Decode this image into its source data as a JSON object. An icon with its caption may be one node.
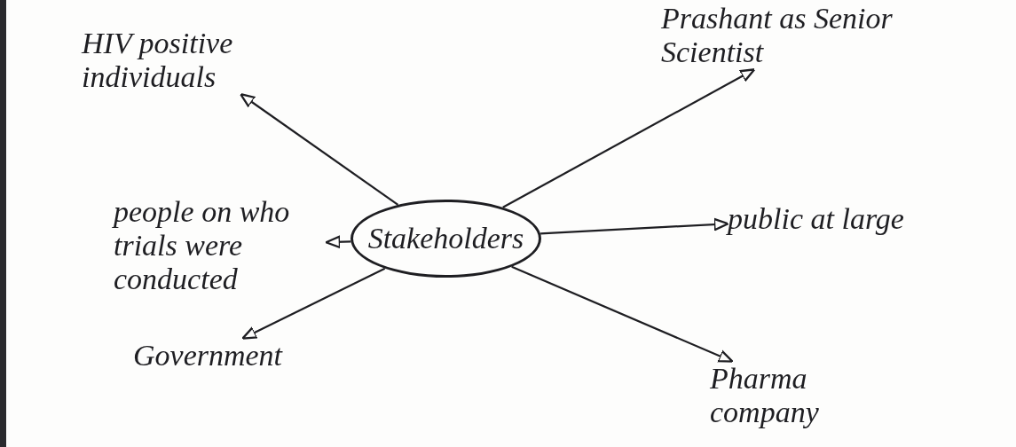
{
  "diagram": {
    "nodes": [
      {
        "text": [
          "Stakeholders"
        ]
      },
      {
        "text": [
          "HIV positive individuals"
        ]
      },
      {
        "text": [
          "Prashant as Senior Scientist"
        ]
      },
      {
        "text": [
          "people on who trials were conducted"
        ]
      },
      {
        "text": [
          "public at large"
        ]
      },
      {
        "text": [
          "Government"
        ]
      },
      {
        "text": [
          "Pharma company"
        ]
      }
    ],
    "edges": [
      {
        "from": 0,
        "to": 1,
        "arrow": "to"
      },
      {
        "from": 0,
        "to": 2,
        "arrow": "to"
      },
      {
        "from": 0,
        "to": 3,
        "arrow": "to"
      },
      {
        "from": 0,
        "to": 4,
        "arrow": "to"
      },
      {
        "from": 0,
        "to": 5,
        "arrow": "to"
      },
      {
        "from": 0,
        "to": 6,
        "arrow": "to"
      }
    ]
  }
}
